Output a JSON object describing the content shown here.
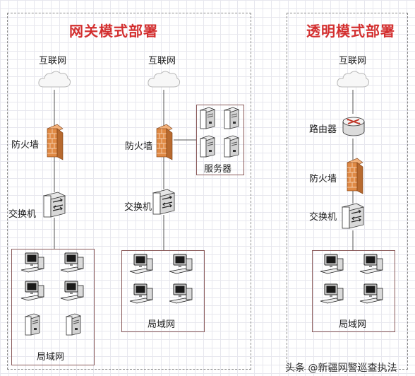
{
  "panels": {
    "gateway": {
      "title": "网关模式部署"
    },
    "transparent": {
      "title": "透明模式部署"
    }
  },
  "labels": {
    "internet": "互联网",
    "firewall": "防火墙",
    "switch": "交换机",
    "router": "路由器",
    "servers": "服务器",
    "lan": "局域网"
  },
  "watermark": "头条 @新疆网警巡查执法",
  "colors": {
    "title": "#d32f2f",
    "firewall": "#e08a45",
    "grid": "#e7e7ee"
  }
}
